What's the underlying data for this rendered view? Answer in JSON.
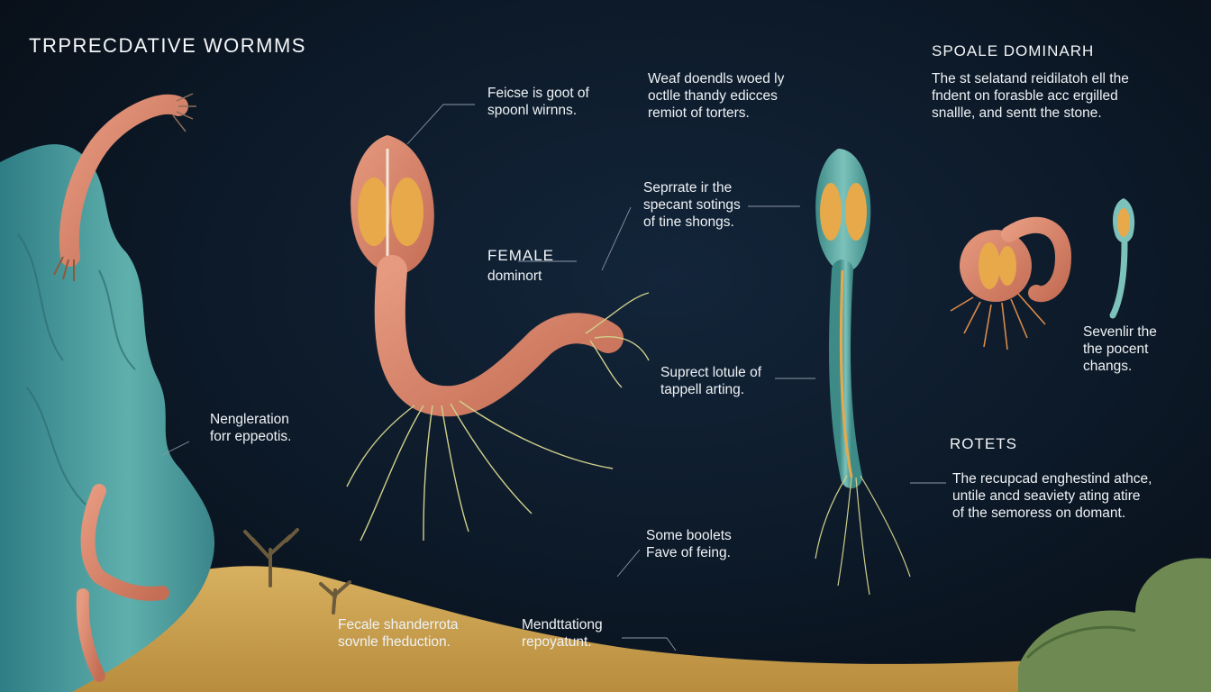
{
  "title": "TRPRECDATIVE WORMMS",
  "headings": {
    "female": "FEMALE",
    "spoale": "SPOALE DOMINARH",
    "rotets": "ROTETS"
  },
  "labels": {
    "feicse": [
      "Feicse is goot of",
      "spoonl wirnns."
    ],
    "weaf": [
      "Weaf doendls woed ly",
      "octlle thandy edicces",
      "remiot of torters."
    ],
    "spoale_body": [
      "The st selatand reidilatoh ell the",
      "fndent on forasble acc ergilled",
      "snallle, and sentt the stone."
    ],
    "female_sub": [
      "dominort"
    ],
    "seprrate": [
      "Seprrate ir the",
      "specant sotings",
      "of tine shongs."
    ],
    "seventr": [
      "Sevenlir the",
      "the pocent",
      "changs."
    ],
    "suprect": [
      "Suprect lotule of",
      "tappell arting."
    ],
    "nengleration": [
      "Nengleration",
      "forr eppeotis."
    ],
    "rotets_body": [
      "The recupcad enghestind athce,",
      "untile ancd seaviety ating atire",
      "of the semoress on domant."
    ],
    "some": [
      "Some boolets",
      "Fave of feing."
    ],
    "fecale": [
      "Fecale shanderrota",
      "sovnle fheduction."
    ],
    "mendt": [
      "Mendttationg",
      "repoyatunt."
    ]
  },
  "colors": {
    "background": "#0c1826",
    "worm_body": "#d9836a",
    "worm_organs": "#e8a94a",
    "blue_worm": "#5fa8a2",
    "rock": "#4f9ea1",
    "sand": "#c8a14e",
    "tentacle": "#cfd08a"
  },
  "icons": {
    "female_worm": "spoon-worm-female-illustration",
    "male_worm": "spoon-worm-elongated-illustration",
    "small_worms": "small-spoon-worm-illustrations",
    "rock": "coral-rock-illustration"
  }
}
